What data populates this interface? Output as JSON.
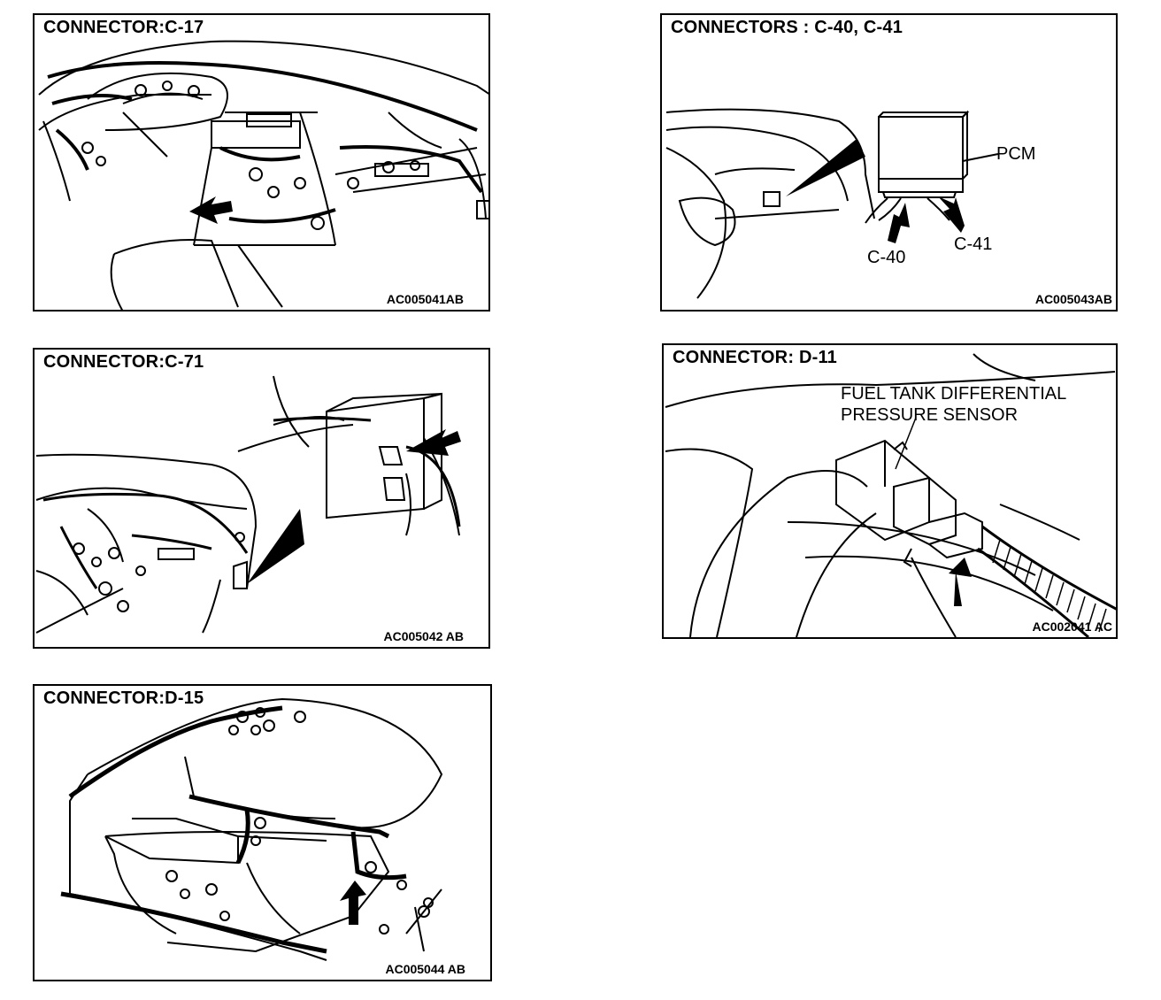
{
  "panels": {
    "c17": {
      "title": "CONNECTOR:C-17",
      "code": "AC005041AB"
    },
    "c40": {
      "title": "CONNECTORS : C-40, C-41",
      "code": "AC005043AB",
      "labels": {
        "pcm": "PCM",
        "c40": "C-40",
        "c41": "C-41"
      }
    },
    "c71": {
      "title": "CONNECTOR:C-71",
      "code": "AC005042 AB"
    },
    "d11": {
      "title": "CONNECTOR: D-11",
      "code": "AC002041 AC",
      "labels": {
        "sensor_line1": "FUEL TANK DIFFERENTIAL",
        "sensor_line2": "PRESSURE SENSOR"
      }
    },
    "d15": {
      "title": "CONNECTOR:D-15",
      "code": "AC005044 AB"
    }
  }
}
